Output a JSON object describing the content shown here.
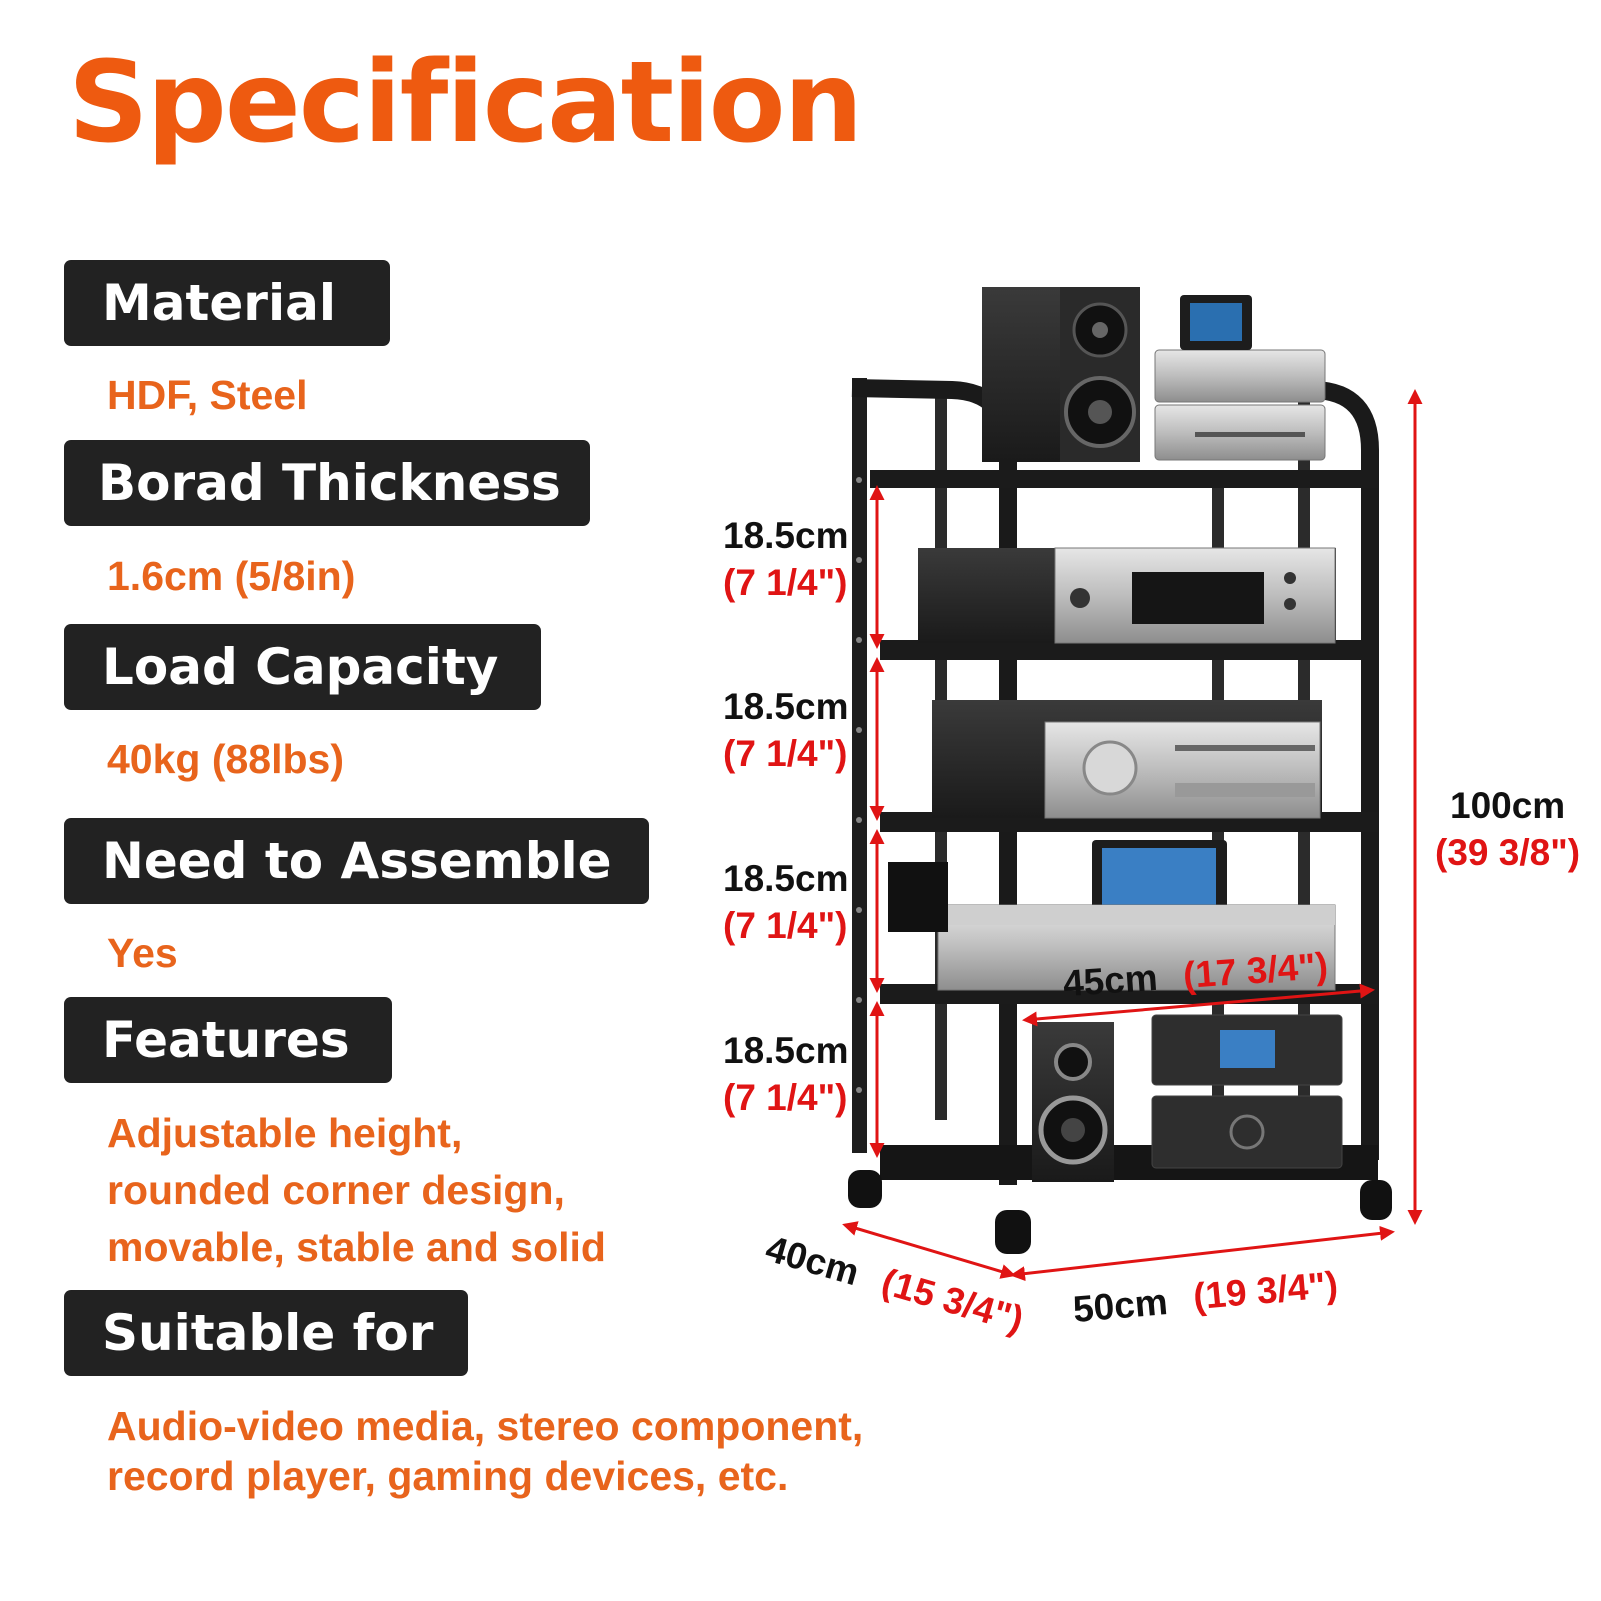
{
  "title": "Specification",
  "specs": [
    {
      "label": "Material",
      "value_lines": [
        "HDF, Steel"
      ]
    },
    {
      "label": "Borad Thickness",
      "value_lines": [
        "1.6cm (5/8in)"
      ]
    },
    {
      "label": "Load Capacity",
      "value_lines": [
        "40kg (88lbs)"
      ]
    },
    {
      "label": "Need to Assemble",
      "value_lines": [
        "Yes"
      ]
    },
    {
      "label": "Features",
      "value_lines": [
        "Adjustable height,",
        "rounded corner design,",
        "movable, stable and solid"
      ]
    },
    {
      "label": "Suitable for",
      "value_lines": [
        "Audio-video media, stereo component,",
        "record player, gaming devices, etc."
      ]
    }
  ],
  "dimensions": {
    "shelf_gaps": [
      {
        "cm": "18.5cm",
        "inch": "(7 1/4\")"
      },
      {
        "cm": "18.5cm",
        "inch": "(7 1/4\")"
      },
      {
        "cm": "18.5cm",
        "inch": "(7 1/4\")"
      },
      {
        "cm": "18.5cm",
        "inch": "(7 1/4\")"
      }
    ],
    "height": {
      "cm": "100cm",
      "inch": "(39 3/8\")"
    },
    "inner_width": {
      "cm": "45cm",
      "inch": "(17 3/4\")"
    },
    "depth": {
      "cm": "40cm",
      "inch": "(15 3/4\")"
    },
    "width": {
      "cm": "50cm",
      "inch": "(19 3/4\")"
    }
  },
  "colors": {
    "accent": "#ee5a10",
    "label_bg": "#222222",
    "dimension_red": "#e01414"
  }
}
